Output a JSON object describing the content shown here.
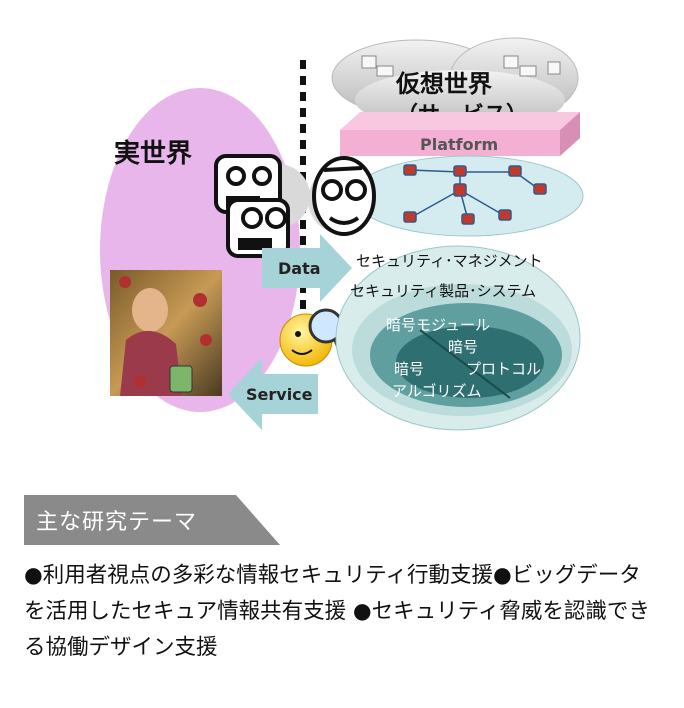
{
  "diagram": {
    "real_world_label": "実世界",
    "virtual_world_line1": "仮想世界",
    "virtual_world_line2": "（サービス）",
    "platform_label": "Platform",
    "data_arrow_label": "Data",
    "service_arrow_label": "Service",
    "layers": {
      "management": "セキュリティ･マネジメント",
      "products": "セキュリティ製品･システム",
      "crypto_module": "暗号モジュール",
      "crypto": "暗号",
      "algorithm_line1": "暗号",
      "algorithm_line2": "アルゴリズム",
      "protocol": "プロトコル"
    },
    "colors": {
      "real_world": "#e9b6ec",
      "platform": "#f4b0d2",
      "network_disk": "#d4ecf0",
      "arrow": "#a6d3d7",
      "outer_ellipse": "#d9ecec",
      "middle_ellipse": "#5f9fa0",
      "inner_ellipse": "#2e6f72"
    }
  },
  "themes": {
    "heading": "主な研究テーマ",
    "body": "●利用者視点の多彩な情報セキュリティ行動支援●ビッグデータを活用したセキュア情報共有支援 ●セキュリティ脅威を認識できる協働デザイン支援"
  }
}
